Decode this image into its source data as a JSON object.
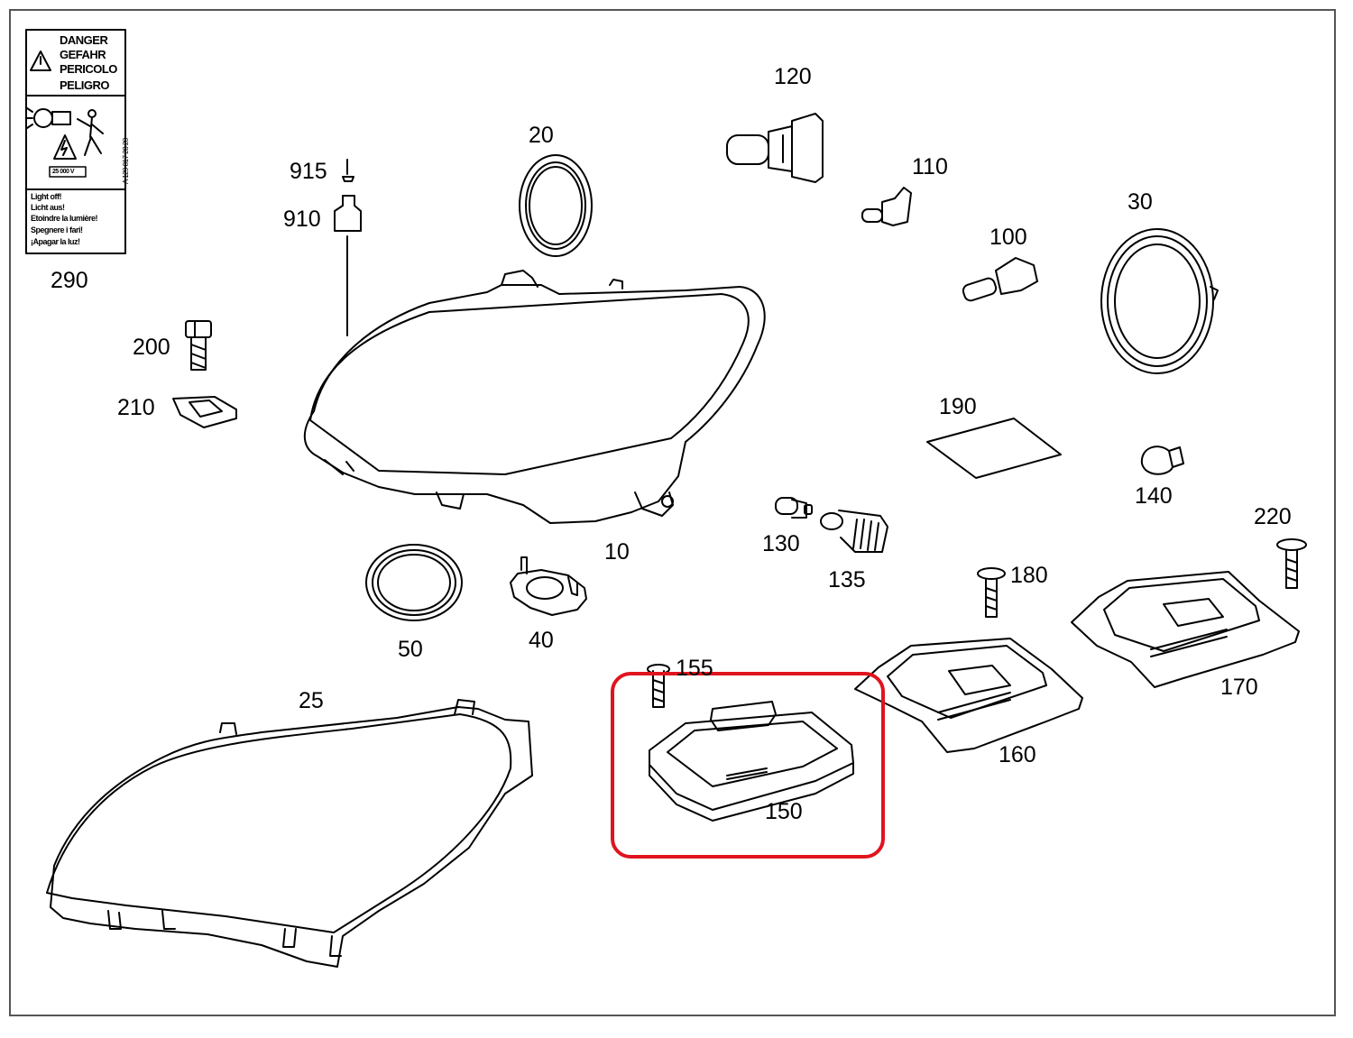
{
  "labels": {
    "p10": "10",
    "p20": "20",
    "p25": "25",
    "p30": "30",
    "p40": "40",
    "p50": "50",
    "p100": "100",
    "p110": "110",
    "p120": "120",
    "p130": "130",
    "p135": "135",
    "p140": "140",
    "p150": "150",
    "p155": "155",
    "p160": "160",
    "p170": "170",
    "p180": "180",
    "p190": "190",
    "p200": "200",
    "p210": "210",
    "p220": "220",
    "p290": "290",
    "p910": "910",
    "p915": "915"
  },
  "warning_label": {
    "title_lines": [
      "DANGER",
      "GEFAHR",
      "PERICOLO",
      "PELIGRO"
    ],
    "voltage": "25 000 V",
    "part_number": "A 129 817 28 20",
    "instruction_lines": [
      "Light off!",
      "Licht aus!",
      "Etoindre la lumière!",
      "Spegnere i fari!",
      "¡Apagar la luz!"
    ]
  },
  "highlight": {
    "part": "150",
    "color": "#e0141e"
  },
  "colors": {
    "ink": "#000000",
    "frame": "#555555"
  }
}
